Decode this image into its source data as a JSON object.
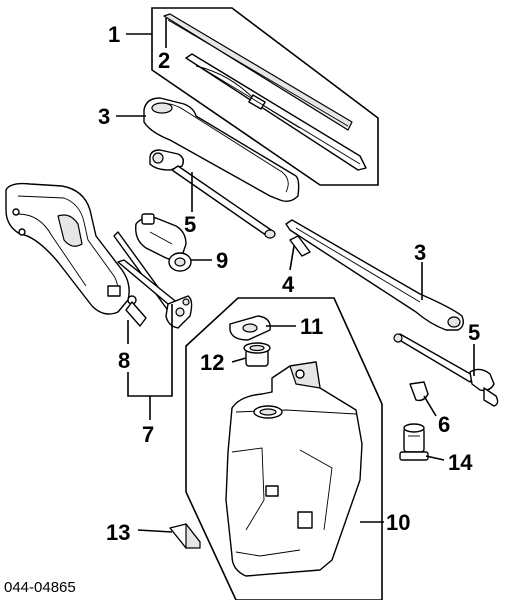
{
  "diagram": {
    "catalog_code": "044-04865",
    "callouts": {
      "c1": "1",
      "c2": "2",
      "c3a": "3",
      "c3b": "3",
      "c4": "4",
      "c5a": "5",
      "c5b": "5",
      "c6": "6",
      "c7": "7",
      "c8": "8",
      "c9": "9",
      "c10": "10",
      "c11": "11",
      "c12": "12",
      "c13": "13",
      "c14": "14"
    }
  }
}
